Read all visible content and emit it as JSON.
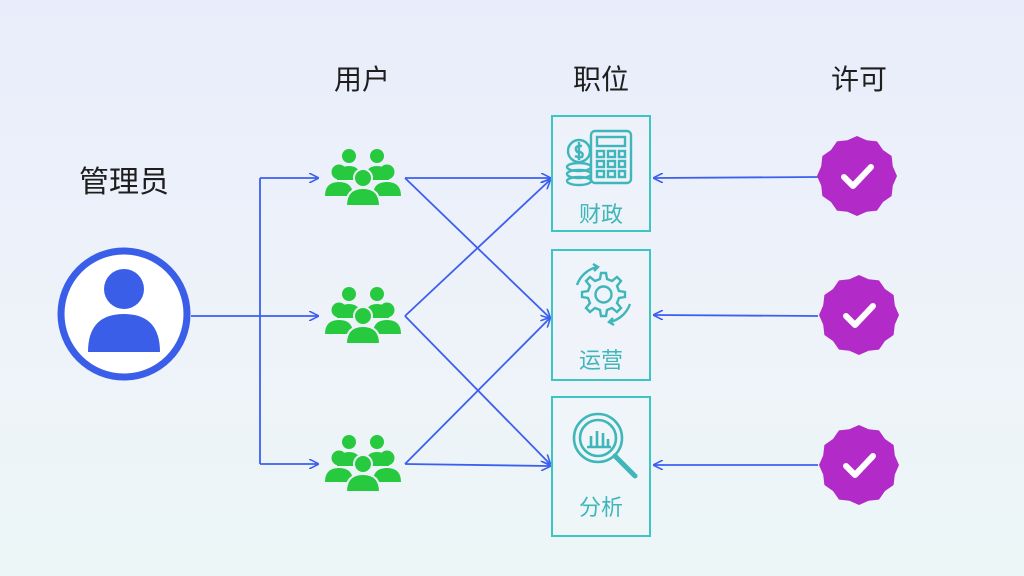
{
  "columns": {
    "users": "用户",
    "roles": "职位",
    "permissions": "许可"
  },
  "admin": {
    "label": "管理员"
  },
  "roles": [
    {
      "label": "财政",
      "icon": "finance-calculator-icon"
    },
    {
      "label": "运营",
      "icon": "operations-gear-icon"
    },
    {
      "label": "分析",
      "icon": "analytics-magnifier-icon"
    }
  ],
  "user_groups": [
    "user-group-icon",
    "user-group-icon",
    "user-group-icon"
  ],
  "permissions": [
    "check-badge-icon",
    "check-badge-icon",
    "check-badge-icon"
  ],
  "colors": {
    "admin": "#3a5ee8",
    "users": "#27c93f",
    "roles": "#3fc4c4",
    "permissions": "#b22ac7",
    "arrows": "#3d5ff0"
  }
}
